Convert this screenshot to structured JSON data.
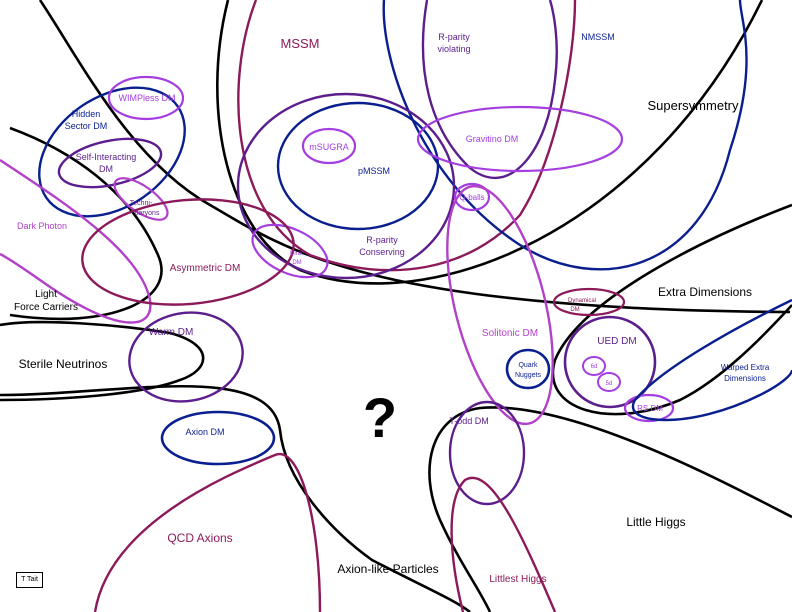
{
  "colors": {
    "black": "#000000",
    "navy": "#0a1f8f",
    "purple": "#5b1e8c",
    "violet": "#a43ee0",
    "magenta": "#8c1a5a",
    "orchid": "#b240c8"
  },
  "labels": {
    "mssm": "MSSM",
    "nmssm": "NMSSM",
    "rparity_violating_1": "R-parity",
    "rparity_violating_2": "violating",
    "supersymmetry": "Supersymmetry",
    "wimpless_dm": "WIMPless DM",
    "hidden_sector_1": "Hidden",
    "hidden_sector_2": "Sector DM",
    "self_interacting_1": "Self-Interacting",
    "self_interacting_2": "DM",
    "techni_1": "Techni-",
    "techni_2": "baryons",
    "msugra": "mSUGRA",
    "pmssm": "pMSSM",
    "gravitino_dm": "Gravitino DM",
    "q_balls": "Q-balls",
    "rparity_conserving_1": "R-parity",
    "rparity_conserving_2": "Conserving",
    "dirac_dm_1": "Dirac",
    "dirac_dm_2": "DM",
    "dark_photon": "Dark Photon",
    "asymmetric_dm": "Asymmetric DM",
    "light_force_1": "Light",
    "light_force_2": "Force Carriers",
    "extra_dimensions": "Extra Dimensions",
    "dynamical_dm_1": "Dynamical",
    "dynamical_dm_2": "DM",
    "ued_dm": "UED DM",
    "six_d": "6d",
    "five_d": "5d",
    "rs_dm": "RS DM",
    "warped_1": "Warped Extra",
    "warped_2": "Dimensions",
    "warm_dm": "Warm DM",
    "sterile_neutrinos": "Sterile Neutrinos",
    "solitonic_dm": "Solitonic DM",
    "quark_nuggets_1": "Quark",
    "quark_nuggets_2": "Nuggets",
    "question_mark": "?",
    "axion_dm": "Axion DM",
    "t_odd_dm": "T-odd DM",
    "little_higgs": "Little Higgs",
    "qcd_axions": "QCD Axions",
    "axion_like": "Axion-like Particles",
    "littlest_higgs": "Littlest Higgs",
    "credit": "T Tait"
  }
}
